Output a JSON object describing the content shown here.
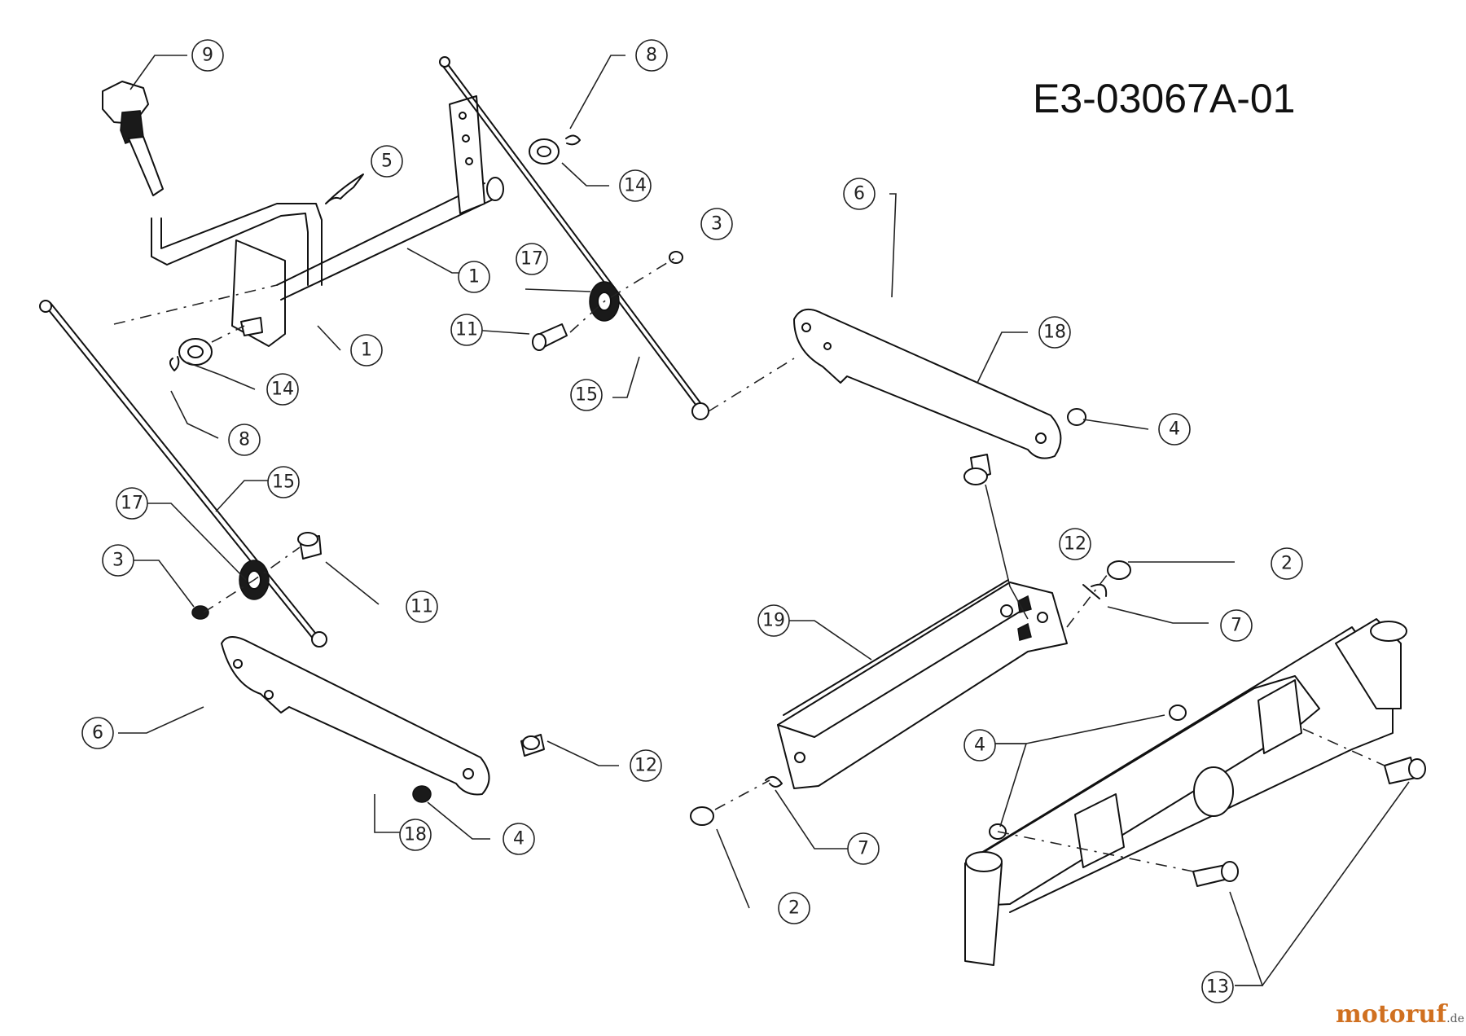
{
  "drawing_code": "E3-03067A-01",
  "watermark": {
    "brand": "motoruf",
    "tld": ".de"
  },
  "callouts": [
    {
      "id": "c9a",
      "label": "9"
    },
    {
      "id": "c8a",
      "label": "8"
    },
    {
      "id": "c5",
      "label": "5"
    },
    {
      "id": "c14a",
      "label": "14"
    },
    {
      "id": "c3a",
      "label": "3"
    },
    {
      "id": "c6a",
      "label": "6"
    },
    {
      "id": "c17a",
      "label": "17"
    },
    {
      "id": "c1b",
      "label": "1"
    },
    {
      "id": "c1a",
      "label": "1"
    },
    {
      "id": "c11a",
      "label": "11"
    },
    {
      "id": "c18a",
      "label": "18"
    },
    {
      "id": "c14b",
      "label": "14"
    },
    {
      "id": "c15a",
      "label": "15"
    },
    {
      "id": "c8b",
      "label": "8"
    },
    {
      "id": "c4a",
      "label": "4"
    },
    {
      "id": "c15b",
      "label": "15"
    },
    {
      "id": "c17b",
      "label": "17"
    },
    {
      "id": "c3b",
      "label": "3"
    },
    {
      "id": "c11b",
      "label": "11"
    },
    {
      "id": "c12a",
      "label": "12"
    },
    {
      "id": "c2a",
      "label": "2"
    },
    {
      "id": "c19",
      "label": "19"
    },
    {
      "id": "c7a",
      "label": "7"
    },
    {
      "id": "c6b",
      "label": "6"
    },
    {
      "id": "c12b",
      "label": "12"
    },
    {
      "id": "c4b",
      "label": "4"
    },
    {
      "id": "c4c",
      "label": "4"
    },
    {
      "id": "c7b",
      "label": "7"
    },
    {
      "id": "c18b",
      "label": "18"
    },
    {
      "id": "c2b",
      "label": "2"
    },
    {
      "id": "c13",
      "label": "13"
    }
  ]
}
